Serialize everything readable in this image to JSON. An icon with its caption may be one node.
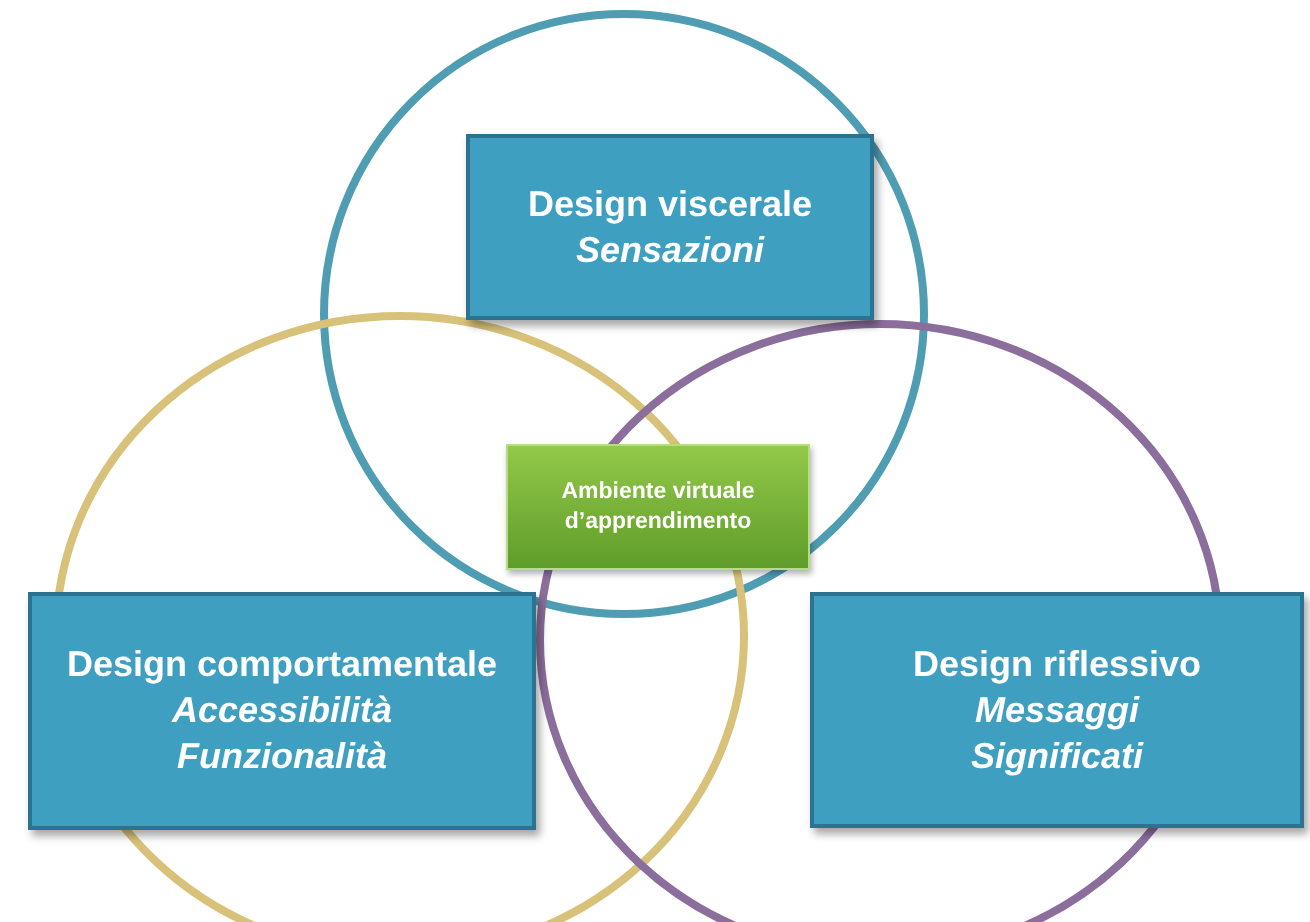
{
  "diagram": {
    "nodes": [
      {
        "text": [
          "Design viscerale",
          "Sensazioni"
        ]
      },
      {
        "text": [
          "Ambiente virtuale d’apprendimento"
        ]
      },
      {
        "text": [
          "Design comportamentale",
          "Accessibilità",
          "Funzionalità"
        ]
      },
      {
        "text": [
          "Design riflessivo",
          "Messaggi",
          "Significati"
        ]
      }
    ]
  }
}
